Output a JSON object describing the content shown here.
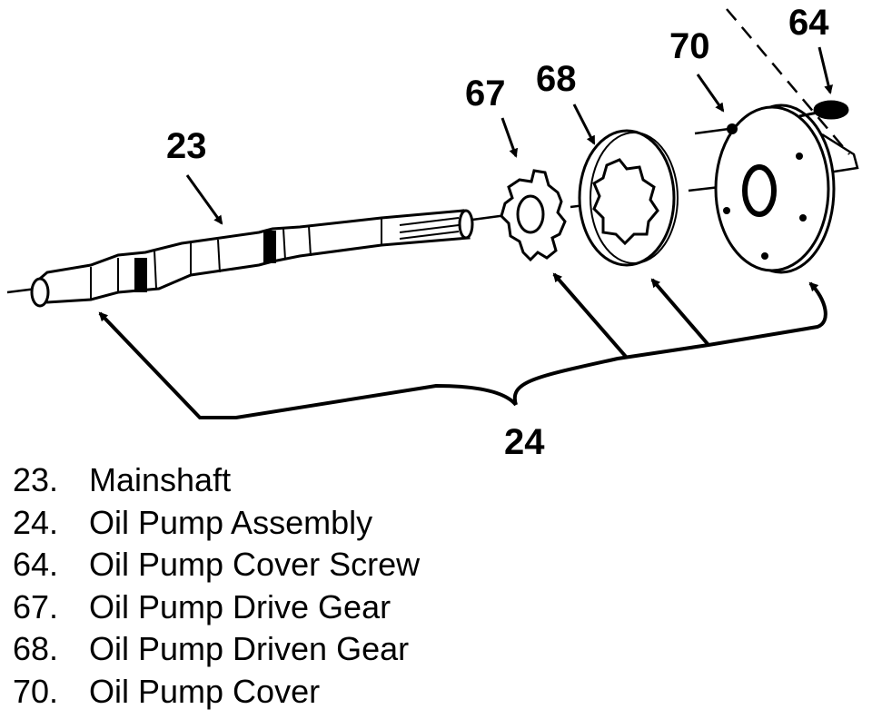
{
  "callouts": {
    "mainshaft": "23",
    "assembly": "24",
    "cover_screw": "64",
    "drive_gear": "67",
    "driven_gear": "68",
    "cover": "70"
  },
  "legend": [
    {
      "number": "23.",
      "label": "Mainshaft"
    },
    {
      "number": "24.",
      "label": "Oil Pump Assembly"
    },
    {
      "number": "64.",
      "label": "Oil Pump Cover Screw"
    },
    {
      "number": "67.",
      "label": "Oil Pump Drive Gear"
    },
    {
      "number": "68.",
      "label": "Oil Pump Driven Gear"
    },
    {
      "number": "70.",
      "label": "Oil Pump Cover"
    }
  ],
  "colors": {
    "ink": "#000000",
    "paper": "#ffffff"
  }
}
